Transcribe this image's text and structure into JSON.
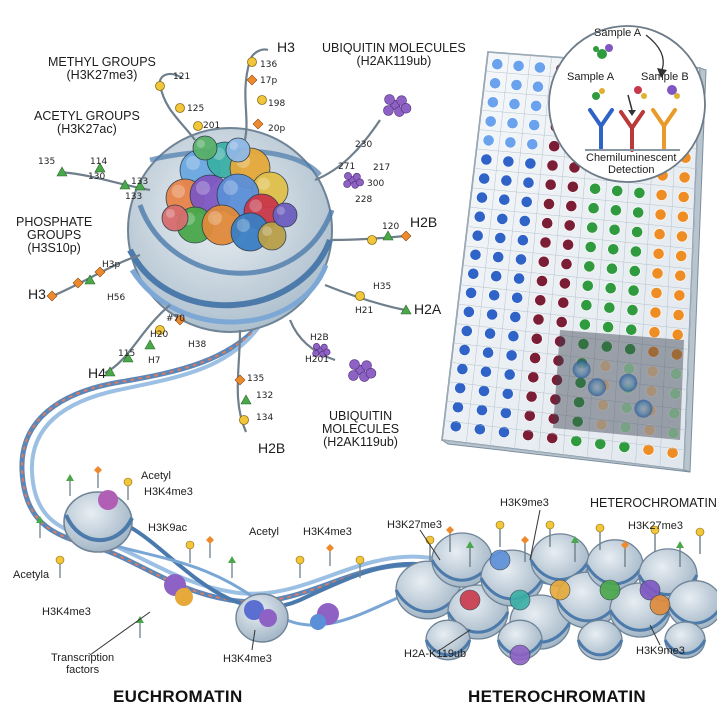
{
  "labels": {
    "methyl_title": "METHYL GROUPS",
    "methyl_sub": "(H3K27me3)",
    "acetyl_title": "ACETYL GROUPS",
    "acetyl_sub": "(H3K27ac)",
    "phosphate_title": "PHOSPHATE",
    "phosphate_title2": "GROUPS",
    "phosphate_sub": "(H3S10p)",
    "ubiquitin_top_title": "UBIQUITIN MOLECULES",
    "ubiquitin_top_sub": "(H2AK119ub)",
    "ubiquitin_bottom_title": "UBIQUITIN",
    "ubiquitin_bottom_title2": "MOLECULES",
    "ubiquitin_bottom_sub": "(H2AK119ub)",
    "tail_h3_top": "H3",
    "tail_h2b_right": "H2B",
    "tail_h2a": "H2A",
    "tail_h3_left": "H3",
    "tail_h4": "H4",
    "tail_h2b_bottom": "H2B",
    "sample_a_top": "Sample A",
    "sample_a": "Sample A",
    "sample_b": "Sample B",
    "detection_1": "Chemiluminescent",
    "detection_2": "Detection",
    "acetyl_1": "Acetyl",
    "h3k4me3_1": "H3K4me3",
    "h3k9ac": "H3K9ac",
    "acetyl_2": "Acetyl",
    "h3k4me3_2": "H3K4me3",
    "acetyla": "Acetyla",
    "h3k4me3_3": "H3K4me3",
    "tf_1": "Transcription",
    "tf_2": "factors",
    "h3k4me3_4": "H3K4me3",
    "h3k27me3_1": "H3K27me3",
    "h3k9me3_1": "H3K9me3",
    "heterochromatin_small": "HETEROCHROMATIN",
    "h3k27me3_2": "H3K27me3",
    "h2a_k119ub": "H2A-K119ub",
    "h3k9me3_2": "H3K9me3",
    "euchromatin": "EUCHROMATIN",
    "heterochromatin": "HETEROCHROMATIN"
  },
  "residues": {
    "r121": "121",
    "r125": "125",
    "r201": "201",
    "r136": "136",
    "r17p": "17p",
    "r198": "198",
    "r20p": "20p",
    "r135a": "135",
    "r114": "114",
    "r130": "130",
    "r133a": "133",
    "r133b": "133",
    "r230": "230",
    "r271": "271",
    "r217": "217",
    "r300": "300",
    "r228": "228",
    "r120": "120",
    "rH3p": "H3p",
    "rH56": "H56",
    "rH35": "H35",
    "rH21": "H21",
    "r70": "#70",
    "rH20": "H20",
    "rH38": "H38",
    "r115": "115",
    "rH7": "H7",
    "rH2B": "H2B",
    "rH201": "H201",
    "r135b": "135",
    "r132": "132",
    "r134": "134"
  },
  "colors": {
    "dna_blue": "#5a86b8",
    "histone_grey": "#c9d6e0",
    "methyl_yellow": "#f2c63a",
    "acetyl_green": "#4aa84a",
    "phosphate_orange": "#ee8a2e",
    "ubiquitin_purple": "#8e62c4",
    "well_blue": "#2f63c7",
    "well_maroon": "#7b1d35",
    "well_green": "#2f9a3e",
    "well_orange": "#ef8d25"
  },
  "icons": {
    "methyl": "yellow-ball-icon",
    "acetyl": "green-triangle-icon",
    "phosphate": "orange-diamond-icon",
    "ubiquitin": "purple-cluster-icon",
    "antibody": "y-antibody-icon"
  }
}
